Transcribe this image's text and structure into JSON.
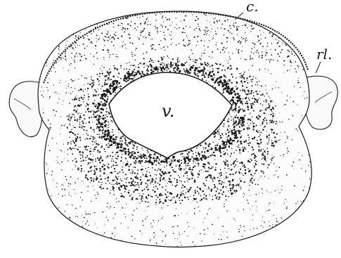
{
  "labels": {
    "c": "c.",
    "rl": "rl.",
    "v": "v."
  },
  "colors": {
    "ink": "#1a1a1a",
    "paper": "#ffffff"
  }
}
